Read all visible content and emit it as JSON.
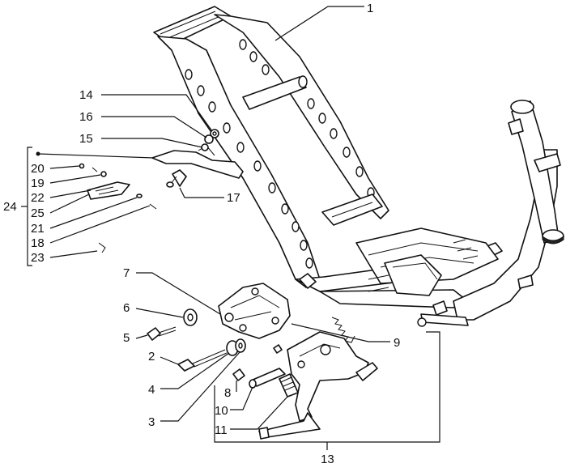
{
  "callouts": [
    {
      "id": "c1",
      "label": "1"
    },
    {
      "id": "c2",
      "label": "2"
    },
    {
      "id": "c3",
      "label": "3"
    },
    {
      "id": "c4",
      "label": "4"
    },
    {
      "id": "c5",
      "label": "5"
    },
    {
      "id": "c6",
      "label": "6"
    },
    {
      "id": "c7",
      "label": "7"
    },
    {
      "id": "c8",
      "label": "8"
    },
    {
      "id": "c9",
      "label": "9"
    },
    {
      "id": "c10",
      "label": "10"
    },
    {
      "id": "c11",
      "label": "11"
    },
    {
      "id": "c13",
      "label": "13"
    },
    {
      "id": "c14",
      "label": "14"
    },
    {
      "id": "c15",
      "label": "15"
    },
    {
      "id": "c16",
      "label": "16"
    },
    {
      "id": "c17",
      "label": "17"
    },
    {
      "id": "c18",
      "label": "18"
    },
    {
      "id": "c19",
      "label": "19"
    },
    {
      "id": "c20",
      "label": "20"
    },
    {
      "id": "c21",
      "label": "21"
    },
    {
      "id": "c22",
      "label": "22"
    },
    {
      "id": "c23",
      "label": "23"
    },
    {
      "id": "c24",
      "label": "24"
    },
    {
      "id": "c25",
      "label": "25"
    }
  ]
}
